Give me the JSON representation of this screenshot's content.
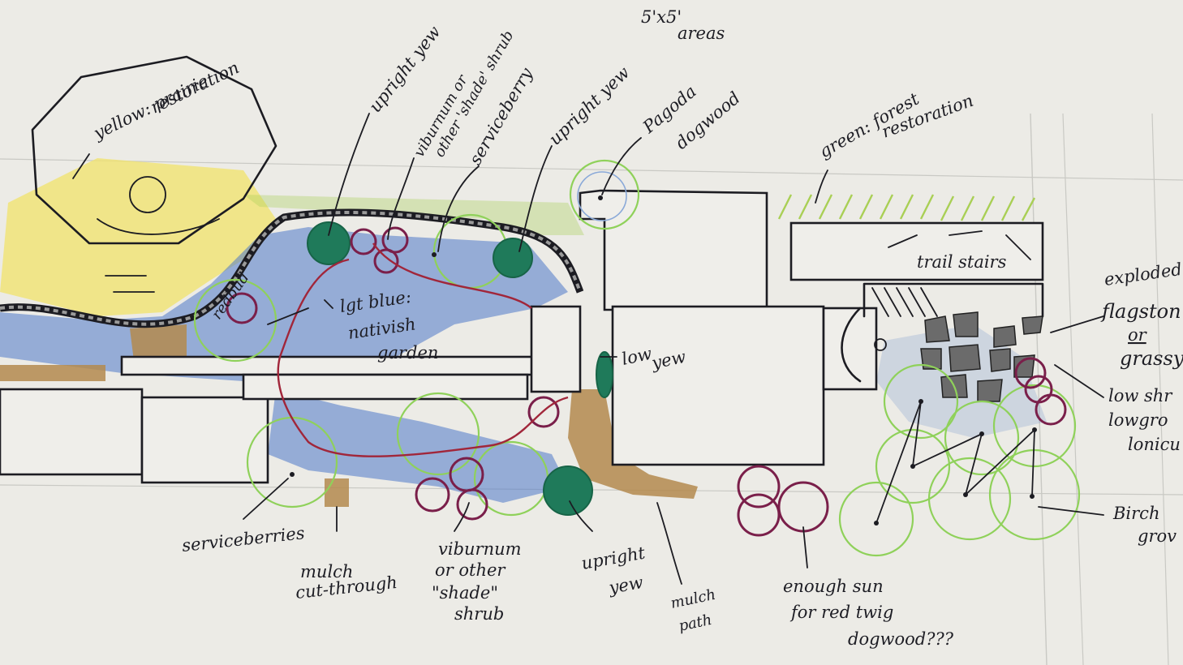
{
  "labels": {
    "top_note_1": "5'x5'",
    "top_note_2": "areas",
    "prairie_1": "yellow: prairie",
    "prairie_2": "restoration",
    "upright_yew_1": "upright yew",
    "viburnum_top_1": "viburnum or",
    "viburnum_top_2": "other 'shade' shrub",
    "serviceberry": "serviceberry",
    "upright_yew_2": "upright yew",
    "pagoda_1": "Pagoda",
    "pagoda_2": "dogwood",
    "forest_1": "green: forest",
    "forest_2": "restoration",
    "trail_stairs": "trail stairs",
    "exploded_1": "exploded",
    "exploded_2": "flagston",
    "exploded_3": "or",
    "exploded_4": "grassy",
    "redbud": "redbud",
    "natives_1": "lgt blue:",
    "natives_2": "nativish",
    "natives_3": "garden",
    "low_yew_1": "low",
    "low_yew_2": "yew",
    "low_shrub_1": "low shr",
    "low_shrub_2": "lowgro",
    "low_shrub_3": "lonicu",
    "birch_1": "Birch",
    "birch_2": "grov",
    "serviceberries": "serviceberries",
    "mulch_cut_1": "mulch",
    "mulch_cut_2": "cut-through",
    "viburnum_bot_1": "viburnum",
    "viburnum_bot_2": "or other",
    "viburnum_bot_3": "\"shade\"",
    "viburnum_bot_4": "shrub",
    "upright_yew_3a": "upright",
    "upright_yew_3b": "yew",
    "mulch_path_1": "mulch",
    "mulch_path_2": "path",
    "sun_1": "enough sun",
    "sun_2": "for red twig",
    "sun_3": "dogwood???"
  },
  "colors": {
    "prairie_yellow": "#f2e36a",
    "forest_green": "#a9cf55",
    "native_blue": "#4f79c9",
    "mulch_brown": "#b48a4e",
    "yew_green": "#1f7a5a",
    "shrub_purple": "#7a1f4a",
    "ring_green": "#8fd15a"
  }
}
